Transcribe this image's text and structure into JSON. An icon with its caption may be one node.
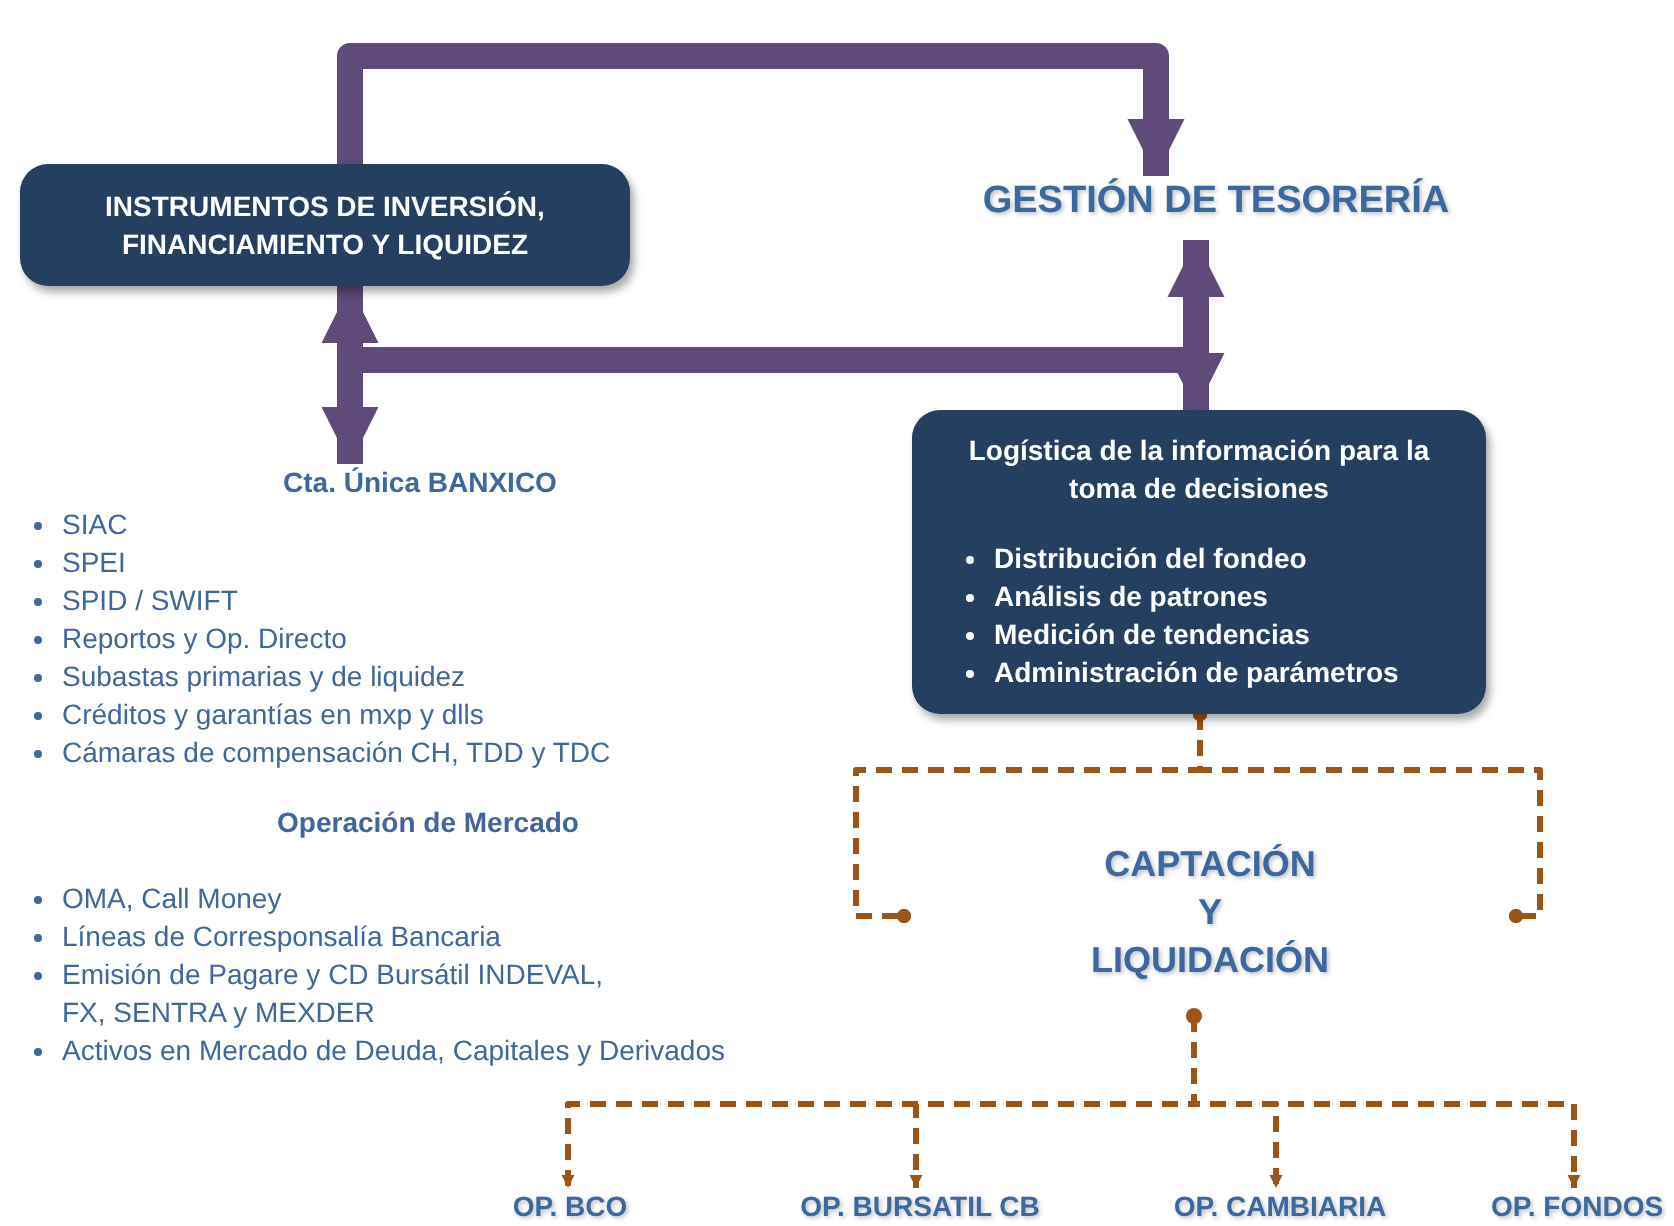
{
  "diagram": {
    "nodes": [
      {
        "text": [
          "INSTRUMENTOS DE INVERSIÓN, FINANCIAMIENTO Y LIQUIDEZ"
        ]
      },
      {
        "text": [
          "GESTIÓN DE TESORERÍA"
        ]
      },
      {
        "text": [
          "Cta. Única BANXICO",
          "SIAC",
          "SPEI",
          "SPID / SWIFT",
          "Reportos y Op. Directo",
          "Subastas primarias y de liquidez",
          "Créditos y garantías en mxp y dlls",
          "Cámaras de compensación CH, TDD y TDC"
        ]
      },
      {
        "text": [
          "Logística de la información para la toma de decisiones",
          "Distribución del fondeo",
          "Análisis de patrones",
          "Medición de tendencias",
          "Administración de parámetros"
        ]
      },
      {
        "text": [
          "CAPTACIÓN Y LIQUIDACIÓN"
        ]
      },
      {
        "text": [
          "OP. BCO"
        ]
      },
      {
        "text": [
          "OP. BURSATIL CB"
        ]
      },
      {
        "text": [
          "OP. CAMBIARIA"
        ]
      },
      {
        "text": [
          "OP. FONDOS"
        ]
      }
    ],
    "edges": [
      {
        "from": 0,
        "to": 1,
        "arrow": "to",
        "style": "thick",
        "color": "#5f4a7a"
      },
      {
        "from": 0,
        "to": 2,
        "arrow": "both",
        "style": "thick",
        "color": "#5f4a7a"
      },
      {
        "from": 1,
        "to": 3,
        "arrow": "both",
        "style": "thick",
        "color": "#5f4a7a"
      },
      {
        "from": 0,
        "to": 1,
        "arrow": "none",
        "style": "thick",
        "color": "#5f4a7a"
      },
      {
        "from": 3,
        "to": 4,
        "arrow": "other",
        "style": "dashed"
      },
      {
        "from": 3,
        "to": 4,
        "arrow": "other",
        "style": "dashed"
      },
      {
        "from": 4,
        "to": 5,
        "arrow": "to",
        "style": "dashed"
      },
      {
        "from": 4,
        "to": 6,
        "arrow": "to",
        "style": "dashed"
      },
      {
        "from": 4,
        "to": 7,
        "arrow": "to",
        "style": "dashed"
      },
      {
        "from": 4,
        "to": 8,
        "arrow": "to",
        "style": "dashed"
      }
    ],
    "labels": [
      "Operación de Mercado",
      "OMA, Call Money",
      "Líneas de Corresponsalía Bancaria",
      "Emisión de Pagare y CD Bursátil INDEVAL, FX, SENTRA y MEXDER",
      "Activos en Mercado de Deuda, Capitales y Derivados"
    ]
  }
}
